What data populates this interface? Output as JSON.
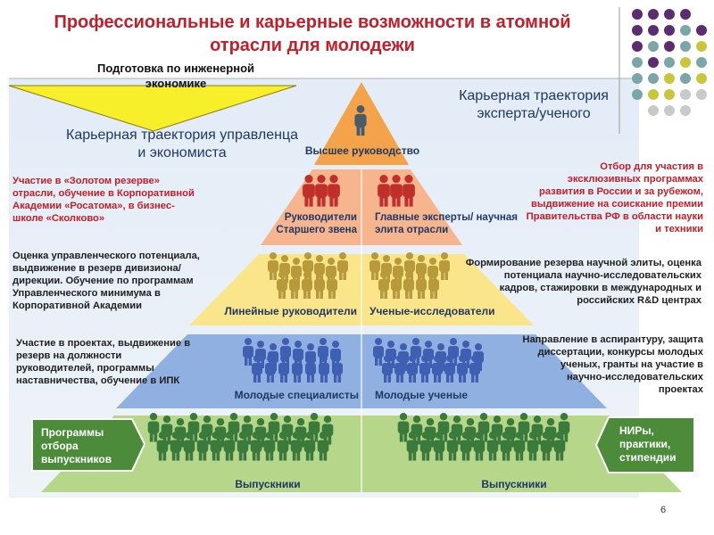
{
  "title": "Профессиональные и карьерные возможности в  атомной отрасли для молодежи",
  "banner": "Подготовка по инженерной экономике",
  "headings": {
    "left": "Карьерная траектория управленца и экономиста",
    "right": "Карьерная траектория эксперта/ученого"
  },
  "tiers": {
    "top": "Высшее руководство",
    "senior_left": "Руководители Старшего звена",
    "senior_right": "Главные эксперты/ научная элита отрасли",
    "line_left": "Линейные руководители",
    "line_right": "Ученые-исследователи",
    "young_left": "Молодые специалисты",
    "young_right": "Молодые ученые",
    "grad_left": "Выпускники",
    "grad_right": "Выпускники"
  },
  "notes_left": [
    "Участие в «Золотом резерве» отрасли, обучение в Корпоративной Академии «Росатома», в бизнес-школе «Сколково»",
    "Оценка управленческого потенциала, выдвижение в резерв дивизиона/дирекции. Обучение по программам Управленческого минимума в Корпоративной Академии",
    "Участие в проектах, выдвижение в резерв на должности руководителей, программы наставничества, обучение в ИПК"
  ],
  "notes_right": [
    "Отбор для участия в эксклюзивных программах развития  в России и за рубежом, выдвижение на соискание премии Правительства РФ в области науки и техники",
    "Формирование резерва научной элиты, оценка потенциала научно-исследовательских кадров, стажировки в международных и российских R&D центрах",
    "Направление в аспирантуру, защита диссертации, конкурсы молодых ученых, гранты на участие в научно-исследовательских проектах"
  ],
  "boxes": {
    "left": "Программы отбора выпускников",
    "right": "НИРы, практики, стипендии"
  },
  "page_number": "6",
  "colors": {
    "title_red": "#c0202a",
    "heading_blue": "#1f3864",
    "tier_top": "#f4a34a",
    "tier_2": "#f6b58f",
    "tier_3": "#fbe58a",
    "tier_4": "#8fb0e0",
    "tier_5": "#b6d68a",
    "people_dark": "#4a5a66",
    "people_red": "#c0302a",
    "people_gold": "#b99a3a",
    "people_blue": "#3f5fb2",
    "people_green": "#3a7a3a",
    "box_green": "#4b8b3a",
    "dot_purple": "#5b2c6f",
    "dot_teal": "#7aa6a8",
    "dot_lime": "#c7c73a",
    "dot_gray": "#c9c9c9"
  }
}
